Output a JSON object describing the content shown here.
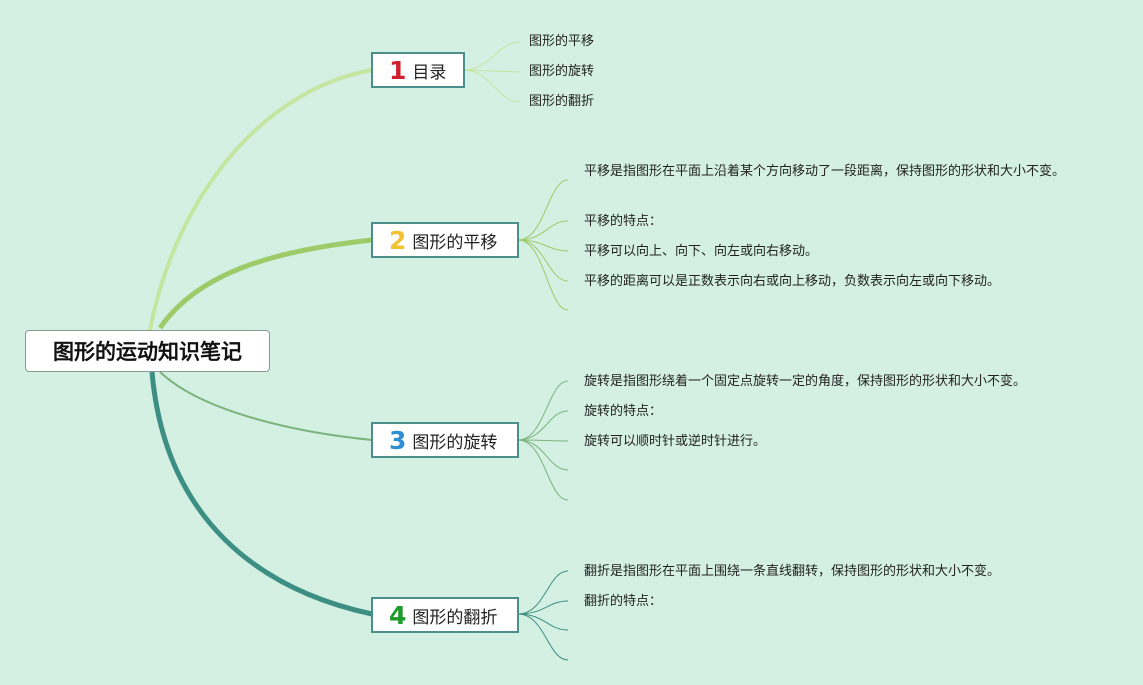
{
  "root": {
    "title": "图形的运动知识笔记"
  },
  "branches": [
    {
      "number": "1",
      "title": "目录",
      "color": "#d01f2e",
      "items": [
        "图形的平移",
        "图形的旋转",
        "图形的翻折"
      ]
    },
    {
      "number": "2",
      "title": "图形的平移",
      "color": "#f2c230",
      "items": [
        "平移是指图形在平面上沿着某个方向移动了一段距离，保持图形的形状和大小不变。",
        "平移的特点：",
        "平移可以向上、向下、向左或向右移动。",
        "平移的距离可以是正数表示向右或向上移动，负数表示向左或向下移动。"
      ]
    },
    {
      "number": "3",
      "title": "图形的旋转",
      "color": "#2e8fd4",
      "items": [
        "旋转是指图形绕着一个固定点旋转一定的角度，保持图形的形状和大小不变。",
        "旋转的特点：",
        "旋转可以顺时针或逆时针进行。"
      ]
    },
    {
      "number": "4",
      "title": "图形的翻折",
      "color": "#1e9a2c",
      "items": [
        "翻折是指图形在平面上围绕一条直线翻转，保持图形的形状和大小不变。",
        "翻折的特点："
      ]
    }
  ]
}
